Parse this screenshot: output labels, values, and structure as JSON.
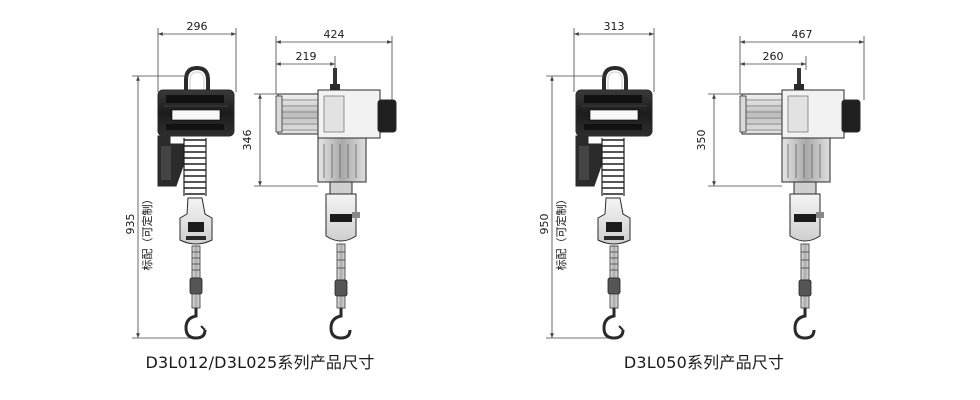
{
  "groups": [
    {
      "id": "d3l012-025",
      "caption": "D3L012/D3L025系列产品尺寸",
      "width_front": "296",
      "width_side": "424",
      "offset_side": "219",
      "height_body": "346",
      "height_total": "935",
      "standard_note": "标配（可定制）"
    },
    {
      "id": "d3l050",
      "caption": "D3L050系列产品尺寸",
      "width_front": "313",
      "width_side": "467",
      "offset_side": "260",
      "height_body": "350",
      "height_total": "950",
      "standard_note": "标配（可定制）"
    }
  ]
}
